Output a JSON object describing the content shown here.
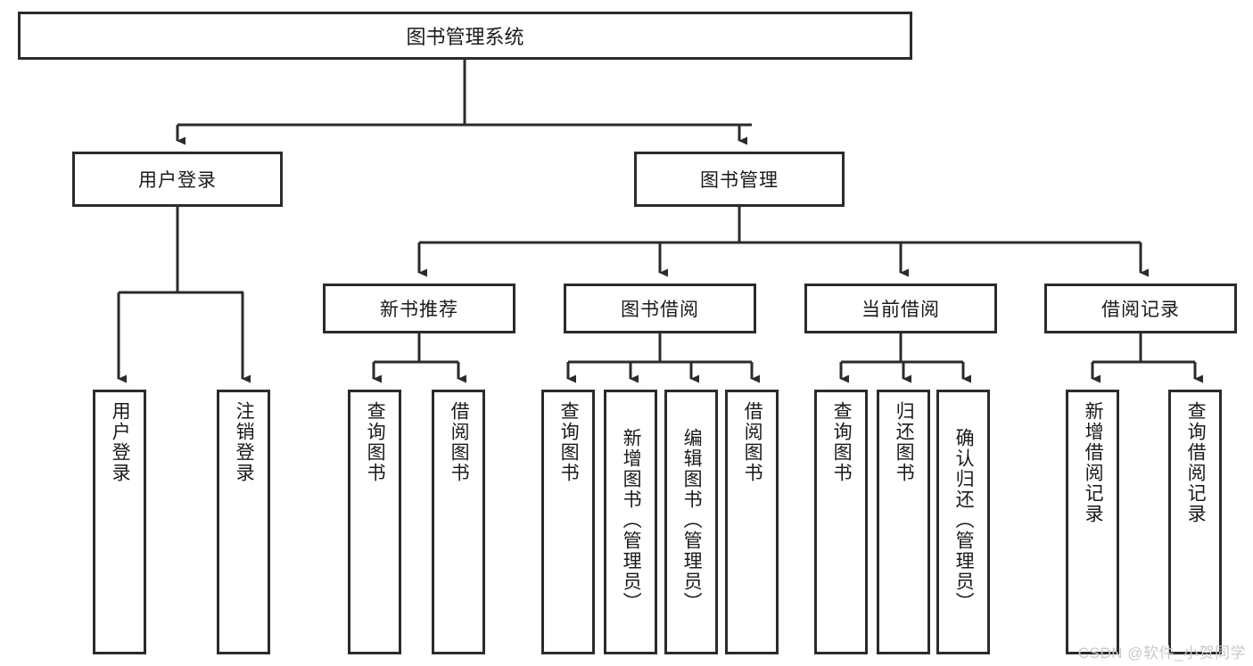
{
  "diagram": {
    "type": "tree",
    "title": "图书管理系统",
    "root": {
      "label": "图书管理系统"
    },
    "level2": [
      {
        "label": "用户登录"
      },
      {
        "label": "图书管理"
      }
    ],
    "level3": [
      {
        "label": "新书推荐"
      },
      {
        "label": "图书借阅"
      },
      {
        "label": "当前借阅"
      },
      {
        "label": "借阅记录"
      }
    ],
    "leaves": {
      "user_login": [
        {
          "label": "用户登录"
        },
        {
          "label": "注销登录"
        }
      ],
      "new_book": [
        {
          "label": "查询图书"
        },
        {
          "label": "借阅图书"
        }
      ],
      "borrow": [
        {
          "label": "查询图书"
        },
        {
          "label": "新增图书（管理员）"
        },
        {
          "label": "编辑图书（管理员）"
        },
        {
          "label": "借阅图书"
        }
      ],
      "current": [
        {
          "label": "查询图书"
        },
        {
          "label": "归还图书"
        },
        {
          "label": "确认归还（管理员）"
        }
      ],
      "records": [
        {
          "label": "新增借阅记录"
        },
        {
          "label": "查询借阅记录"
        }
      ]
    }
  },
  "watermark": {
    "text": "CSDN @软件_小贺同学"
  },
  "colors": {
    "stroke": "#2b2b2b",
    "text": "#1a1a1a",
    "background": "#ffffff",
    "watermark": "#c9c9c9"
  }
}
